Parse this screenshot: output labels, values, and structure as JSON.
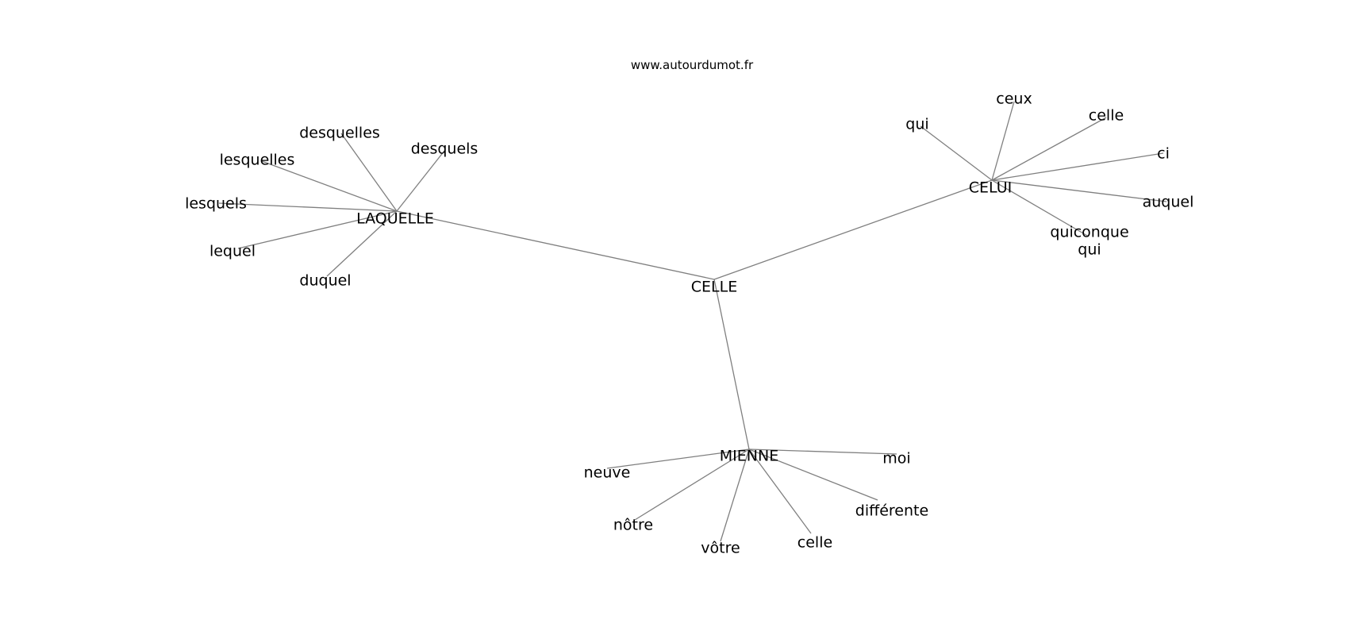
{
  "site": {
    "url": "www.autourdumot.fr"
  },
  "colors": {
    "edge": "#7f7f7f",
    "text": "#000000",
    "background": "#ffffff"
  },
  "graph": {
    "nodes": [
      {
        "id": "celle-center",
        "label": "CELLE"
      },
      {
        "id": "laquelle",
        "label": "LAQUELLE"
      },
      {
        "id": "celui",
        "label": "CELUI"
      },
      {
        "id": "mienne",
        "label": "MIENNE"
      },
      {
        "id": "desquelles",
        "label": "desquelles"
      },
      {
        "id": "desquels",
        "label": "desquels"
      },
      {
        "id": "lesquelles",
        "label": "lesquelles"
      },
      {
        "id": "lesquels",
        "label": "lesquels"
      },
      {
        "id": "lequel",
        "label": "lequel"
      },
      {
        "id": "duquel",
        "label": "duquel"
      },
      {
        "id": "qui",
        "label": "qui"
      },
      {
        "id": "ceux",
        "label": "ceux"
      },
      {
        "id": "celle-celui",
        "label": "celle"
      },
      {
        "id": "ci",
        "label": "ci"
      },
      {
        "id": "auquel",
        "label": "auquel"
      },
      {
        "id": "quiconque",
        "label": "quiconque"
      },
      {
        "id": "qui-2",
        "label": "qui"
      },
      {
        "id": "moi",
        "label": "moi"
      },
      {
        "id": "neuve",
        "label": "neuve"
      },
      {
        "id": "differente",
        "label": "différente"
      },
      {
        "id": "notre",
        "label": "nôtre"
      },
      {
        "id": "celle-mienne",
        "label": "celle"
      },
      {
        "id": "votre",
        "label": "vôtre"
      }
    ],
    "edges": [
      [
        "celle-center",
        "laquelle"
      ],
      [
        "celle-center",
        "celui"
      ],
      [
        "celle-center",
        "mienne"
      ],
      [
        "laquelle",
        "desquelles"
      ],
      [
        "laquelle",
        "desquels"
      ],
      [
        "laquelle",
        "lesquelles"
      ],
      [
        "laquelle",
        "lesquels"
      ],
      [
        "laquelle",
        "lequel"
      ],
      [
        "laquelle",
        "duquel"
      ],
      [
        "celui",
        "qui"
      ],
      [
        "celui",
        "ceux"
      ],
      [
        "celui",
        "celle-celui"
      ],
      [
        "celui",
        "ci"
      ],
      [
        "celui",
        "auquel"
      ],
      [
        "celui",
        "quiconque"
      ],
      [
        "mienne",
        "moi"
      ],
      [
        "mienne",
        "neuve"
      ],
      [
        "mienne",
        "differente"
      ],
      [
        "mienne",
        "notre"
      ],
      [
        "mienne",
        "celle-mienne"
      ],
      [
        "mienne",
        "votre"
      ]
    ]
  }
}
